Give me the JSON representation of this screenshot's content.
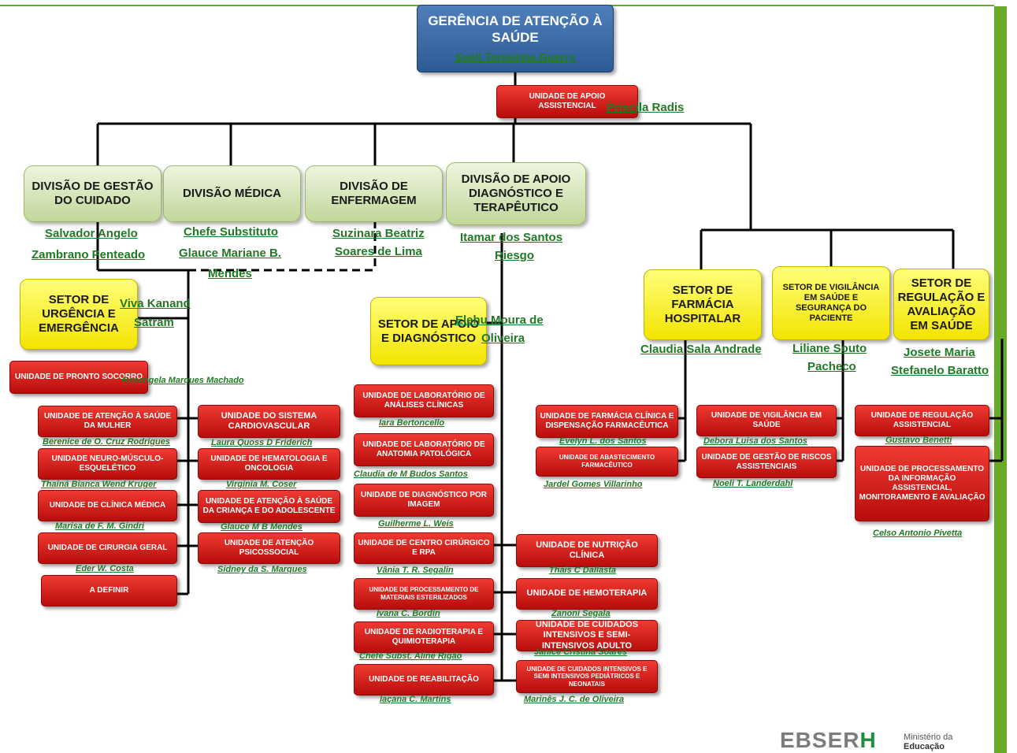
{
  "top": {
    "title": "GERÊNCIA DE ATENÇÃO À SAÚDE",
    "person": "Soeli Teresinha Guerra"
  },
  "support_unit": {
    "label": "UNIDADE DE APOIO ASSISTENCIAL",
    "person": "Priscila Radis"
  },
  "divisions": {
    "cuidado": {
      "label": "DIVISÃO DE GESTÃO DO CUIDADO",
      "person1": "Salvador Angelo",
      "person2": "Zambrano Penteado"
    },
    "medica": {
      "label": "DIVISÃO MÉDICA",
      "person1": "Chefe Substituto",
      "person2": "Glauce Mariane B.",
      "person3": "Mendes"
    },
    "enfermagem": {
      "label": "DIVISÃO DE ENFERMAGEM",
      "person1": "Suzinara Beatriz",
      "person2": "Soares de Lima"
    },
    "apoio": {
      "label": "DIVISÃO DE APOIO DIAGNÓSTICO E TERAPÊUTICO",
      "person1": "Itamar dos Santos",
      "person2": "Riesgo"
    }
  },
  "sectors": {
    "urgencia": {
      "label": "SETOR DE URGÊNCIA E EMERGÊNCIA",
      "person1": "Viva Kanand",
      "person2": "Satram"
    },
    "diagnostico": {
      "label": "SETOR DE APOIO E DIAGNÓSTICO",
      "person1": "Elehu Moura de",
      "person2": "Oliveira"
    },
    "farmacia": {
      "label": "SETOR DE FARMÁCIA HOSPITALAR",
      "person": "Claudia Sala Andrade"
    },
    "vigilancia": {
      "label": "SETOR DE VIGILÂNCIA EM SAÚDE E SEGURANÇA DO PACIENTE",
      "person1": "Liliane Souto",
      "person2": "Pacheco"
    },
    "regulacao": {
      "label": "SETOR DE REGULAÇÃO E AVALIAÇÃO EM SAÚDE",
      "person1": "Josete Maria",
      "person2": "Stefanelo Baratto"
    }
  },
  "units": {
    "pronto_socorro": {
      "label": "UNIDADE DE PRONTO SOCORRO",
      "person": "Rosangela Marques Machado"
    },
    "mulher": {
      "label": "UNIDADE DE ATENÇÃO À SAÚDE DA MULHER",
      "person": "Berenice de O. Cruz Rodrigues"
    },
    "neuro": {
      "label": "UNIDADE NEURO-MÚSCULO-ESQUELÉTICO",
      "person": "Thainá Bianca Wend Kruger"
    },
    "clinica_medica": {
      "label": "UNIDADE DE CLÍNICA MÉDICA",
      "person": "Marisa de F. M. Gindri"
    },
    "cirurgia_geral": {
      "label": "UNIDADE DE CIRURGIA GERAL",
      "person": "Eder W. Costa"
    },
    "a_definir": {
      "label": "A DEFINIR"
    },
    "cardio": {
      "label": "UNIDADE DO SISTEMA CARDIOVASCULAR",
      "person": "Laura Quoss D Friderich"
    },
    "hemato": {
      "label": "UNIDADE DE HEMATOLOGIA E ONCOLOGIA",
      "person": "Virginia M. Coser"
    },
    "crianca": {
      "label": "UNIDADE DE ATENÇÃO À SAÚDE DA CRIANÇA E DO ADOLESCENTE",
      "person": "Glauce M B Mendes"
    },
    "psicossocial": {
      "label": "UNIDADE DE ATENÇÃO PSICOSSOCIAL",
      "person": "Sidney da S. Marques"
    },
    "lab_clinicas": {
      "label": "UNIDADE DE LABORATÓRIO DE ANÁLISES CLÍNICAS",
      "person": "Iara Bertoncello"
    },
    "lab_patologica": {
      "label": "UNIDADE DE LABORATÓRIO DE ANATOMIA PATOLÓGICA",
      "person": "Claudia de M Budos Santos"
    },
    "imagem": {
      "label": "UNIDADE DE DIAGNÓSTICO POR IMAGEM",
      "person": "Guilherme L. Weis"
    },
    "centro_cirurgico": {
      "label": "UNIDADE DE CENTRO CIRÚRGICO E RPA",
      "person": "Vânia T. R. Segalin"
    },
    "esterilizados": {
      "label": "UNIDADE DE PROCESSAMENTO DE MATERIAIS ESTERILIZADOS",
      "person": "Ivana C. Bordin"
    },
    "radioterapia": {
      "label": "UNIDADE DE RADIOTERAPIA E QUIMIOTERAPIA",
      "person": "Chefe Subst. Aline Rigão"
    },
    "reabilitacao": {
      "label": "UNIDADE DE REABILITAÇÃO",
      "person": "Iaçana C. Martins"
    },
    "nutricao": {
      "label": "UNIDADE DE NUTRIÇÃO CLÍNICA",
      "person": "Thais C Dallasta"
    },
    "hemoterapia": {
      "label": "UNIDADE DE HEMOTERAPIA",
      "person": "Zanoni Segala"
    },
    "uti_adulto": {
      "label": "UNIDADE DE CUIDADOS INTENSIVOS E SEMI-INTENSIVOS ADULTO",
      "person": "Janice Cristina Soares"
    },
    "uti_neo": {
      "label": "UNIDADE DE CUIDADOS INTENSIVOS E SEMI INTENSIVOS PEDIÁTRICOS E NEONATAIS",
      "person": "Marinês J. C. de Oliveira"
    },
    "farmacia_clinica": {
      "label": "UNIDADE DE FARMÁCIA CLÍNICA E DISPENSAÇÃO FARMACÊUTICA",
      "person": "Evelyn L. dos Santos"
    },
    "abastecimento": {
      "label": "UNIDADE DE ABASTECIMENTO FARMACÊUTICO",
      "person": "Jardel Gomes Villarinho"
    },
    "vigilancia_saude": {
      "label": "UNIDADE DE VIGILÂNCIA EM SAÚDE",
      "person": "Debora Luisa dos Santos"
    },
    "riscos": {
      "label": "UNIDADE DE GESTÃO DE RISCOS ASSISTENCIAIS",
      "person": "Noeli T. Landerdahl"
    },
    "regulacao_assist": {
      "label": "UNIDADE DE REGULAÇÃO ASSISTENCIAL",
      "person": "Gustavo Benetti"
    },
    "informacao": {
      "label": "UNIDADE DE PROCESSAMENTO DA INFORMAÇÃO ASSISTENCIAL, MONITORAMENTO E AVALIAÇÃO",
      "person": "Celso Antonio Pivetta"
    }
  },
  "footer": {
    "logo_main": "EBSER",
    "logo_accent": "H",
    "ministry1": "Ministério da",
    "ministry2": "Educação"
  },
  "colors": {
    "top": "#2c5a96",
    "division": "#c1d79a",
    "sector": "#f3e400",
    "unit": "#c8120f",
    "person": "#1f7a25",
    "accent_bar": "#6aaa2a"
  }
}
